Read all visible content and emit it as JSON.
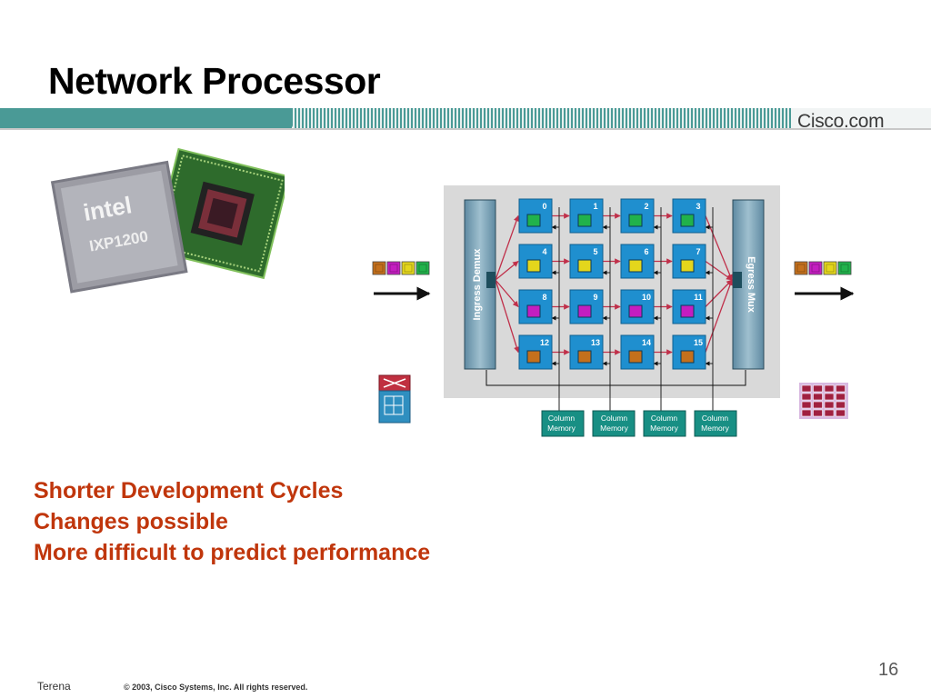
{
  "slide": {
    "title": "Network Processor",
    "brand": "Cisco.com",
    "bullets": [
      "Shorter Development Cycles",
      "Changes possible",
      "More difficult to predict performance"
    ],
    "page_number": "16",
    "footer_org": "Terena",
    "footer_copyright": "© 2003, Cisco Systems, Inc. All rights reserved."
  },
  "chip": {
    "brand": "intel",
    "model": "IXP1200"
  },
  "diagram": {
    "ingress_label": "Ingress Demux",
    "egress_label": "Egress Mux",
    "engines": [
      {
        "id": "0",
        "color": "#21b24b"
      },
      {
        "id": "1",
        "color": "#21b24b"
      },
      {
        "id": "2",
        "color": "#21b24b"
      },
      {
        "id": "3",
        "color": "#21b24b"
      },
      {
        "id": "4",
        "color": "#e4d61c"
      },
      {
        "id": "5",
        "color": "#e4d61c"
      },
      {
        "id": "6",
        "color": "#e4d61c"
      },
      {
        "id": "7",
        "color": "#e4d61c"
      },
      {
        "id": "8",
        "color": "#c41ec0"
      },
      {
        "id": "9",
        "color": "#c41ec0"
      },
      {
        "id": "10",
        "color": "#c41ec0"
      },
      {
        "id": "11",
        "color": "#c41ec0"
      },
      {
        "id": "12",
        "color": "#c4701c"
      },
      {
        "id": "13",
        "color": "#c4701c"
      },
      {
        "id": "14",
        "color": "#c4701c"
      },
      {
        "id": "15",
        "color": "#c4701c"
      }
    ],
    "column_memory": [
      {
        "line1": "Column",
        "line2": "Memory"
      },
      {
        "line1": "Column",
        "line2": "Memory"
      },
      {
        "line1": "Column",
        "line2": "Memory"
      },
      {
        "line1": "Column",
        "line2": "Memory"
      }
    ],
    "packet_colors": [
      "#c4701c",
      "#c41ec0",
      "#e4d61c",
      "#21b24b"
    ]
  }
}
